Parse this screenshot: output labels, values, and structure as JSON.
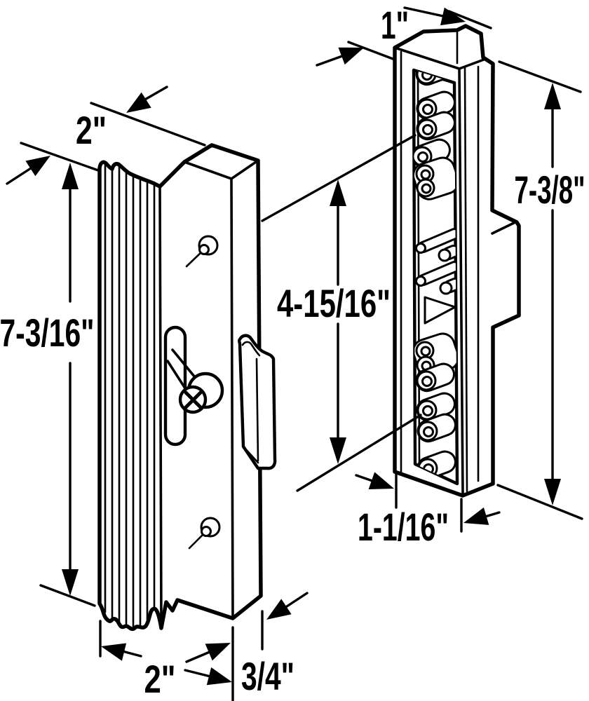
{
  "diagram": {
    "colors": {
      "line": "#000000",
      "background": "#ffffff"
    },
    "dimensions": {
      "handle_width_top": "2\"",
      "handle_height": "7-3/16\"",
      "handle_width_bottom": "2\"",
      "handle_depth": "3/4\"",
      "keeper_width_top": "1\"",
      "keeper_height": "7-3/8\"",
      "keeper_latch_span": "4-15/16\"",
      "keeper_width_bottom": "1-1/16\""
    }
  }
}
